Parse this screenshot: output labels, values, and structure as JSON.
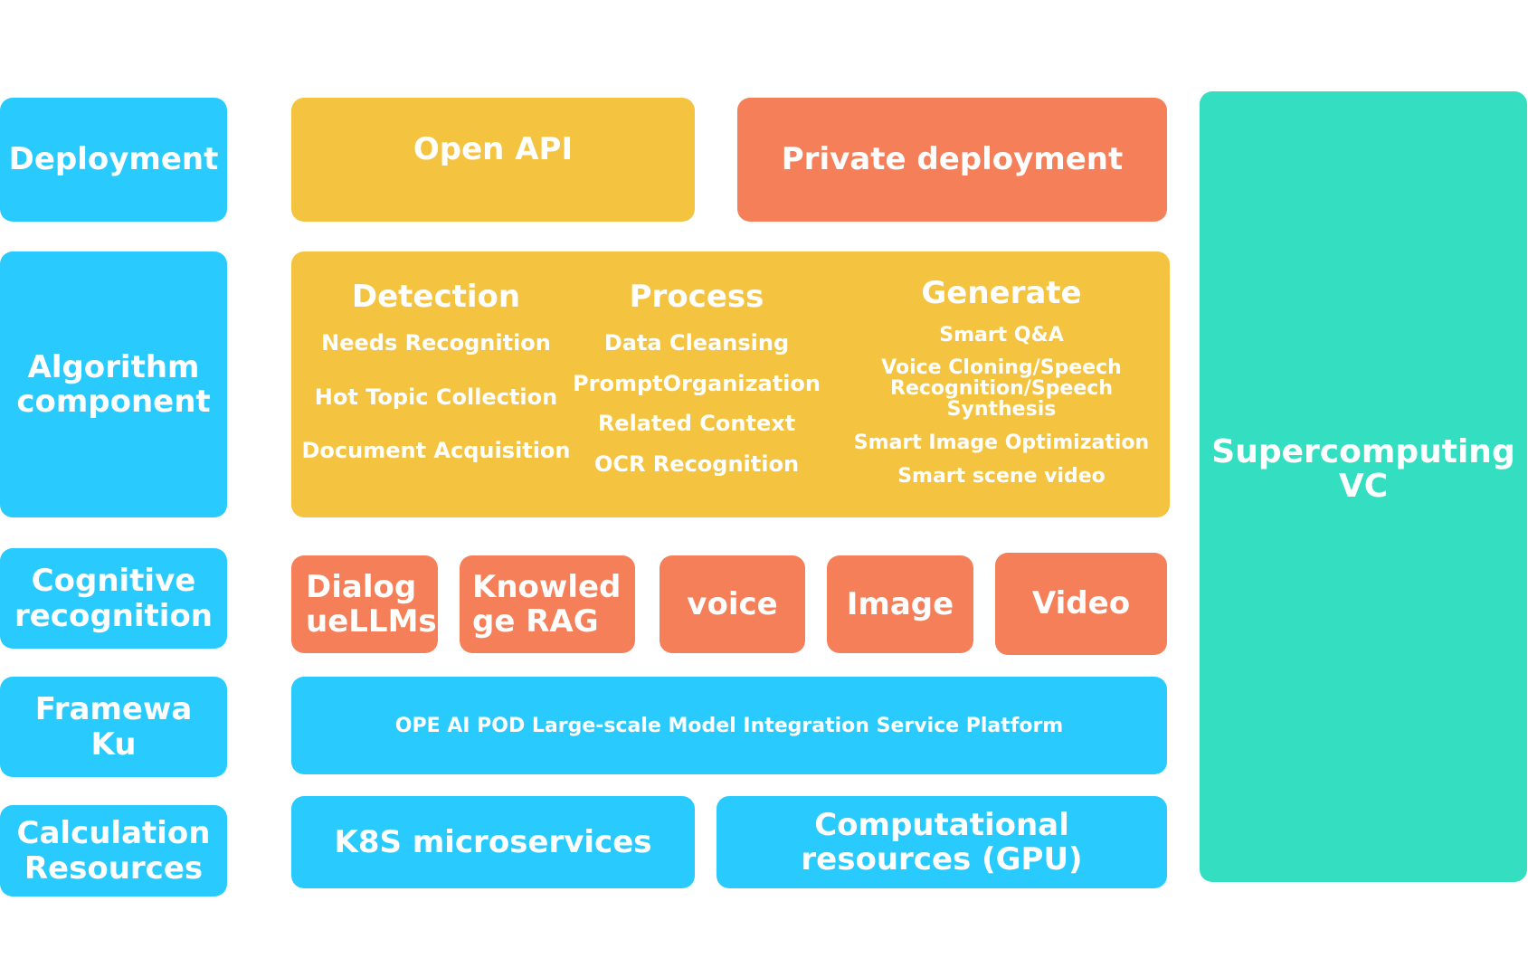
{
  "colors": {
    "layer_label": "#29cafd",
    "yellow": "#f4c33f",
    "orange": "#f57f58",
    "teal": "#34dec0",
    "text": "#ffffff"
  },
  "layers": [
    {
      "label": "Deployment"
    },
    {
      "label": "Algorithm component"
    },
    {
      "label": "Cognitive recognition"
    },
    {
      "label": "Framewa Ku"
    },
    {
      "label": "Calculation Resources"
    }
  ],
  "deployment": {
    "open_api": "Open API",
    "private_deployment": "Private deployment"
  },
  "algorithm": {
    "columns": [
      {
        "title": "Detection",
        "items": [
          "Needs Recognition",
          "Hot Topic Collection",
          "Document Acquisition"
        ]
      },
      {
        "title": "Process",
        "items": [
          "Data Cleansing",
          "PromptOrganization",
          "Related Context",
          "OCR Recognition"
        ]
      },
      {
        "title": "Generate",
        "items": [
          "Smart Q&A",
          "Voice Cloning/Speech Recognition/Speech Synthesis",
          "Smart Image Optimization",
          "Smart scene video"
        ]
      }
    ]
  },
  "cognitive": {
    "items": [
      "Dialog ueLLMs",
      "Knowled ge RAG",
      "voice",
      "Image",
      "Video"
    ]
  },
  "framework": {
    "platform": "OPE AI POD Large-scale Model Integration Service Platform"
  },
  "calculation": {
    "k8s": "K8S microservices",
    "gpu": "Computational resources (GPU)"
  },
  "side": {
    "label": "Supercomputing VC"
  }
}
